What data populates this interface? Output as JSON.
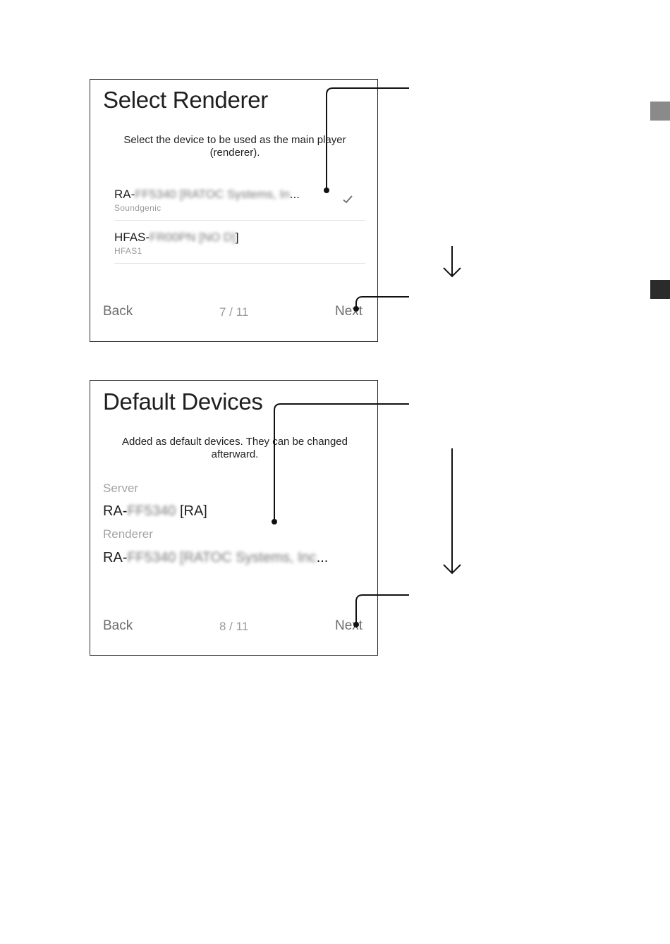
{
  "screen1": {
    "title": "Select Renderer",
    "description": "Select the device to be used as the main player (renderer).",
    "devices": [
      {
        "prefix": "RA-",
        "obscured": "FF5340 [RATOC Systems, In",
        "suffix": "...",
        "sub": "Soundgenic",
        "selected": true
      },
      {
        "prefix": "HFAS-",
        "obscured": "FR00PN [NO D]",
        "suffix": "]",
        "sub": "HFAS1",
        "selected": false
      }
    ],
    "footer": {
      "back": "Back",
      "page": "7 / 11",
      "next": "Next"
    }
  },
  "screen2": {
    "title": "Default Devices",
    "description": "Added as default devices. They can be changed afterward.",
    "server_label": "Server",
    "server_prefix": "RA-",
    "server_obscured": "FF5340",
    "server_suffix": " [RA]",
    "renderer_label": "Renderer",
    "renderer_prefix": "RA-",
    "renderer_obscured": "FF5340 [RATOC Systems, Inc",
    "renderer_suffix": "...",
    "footer": {
      "back": "Back",
      "page": "8 / 11",
      "next": "Next"
    }
  },
  "colors": {
    "tab_light": "#8a8a8a",
    "tab_dark": "#2b2b2b"
  },
  "icons": [
    "checkmark-icon",
    "down-arrow-icon",
    "callout-leader"
  ]
}
